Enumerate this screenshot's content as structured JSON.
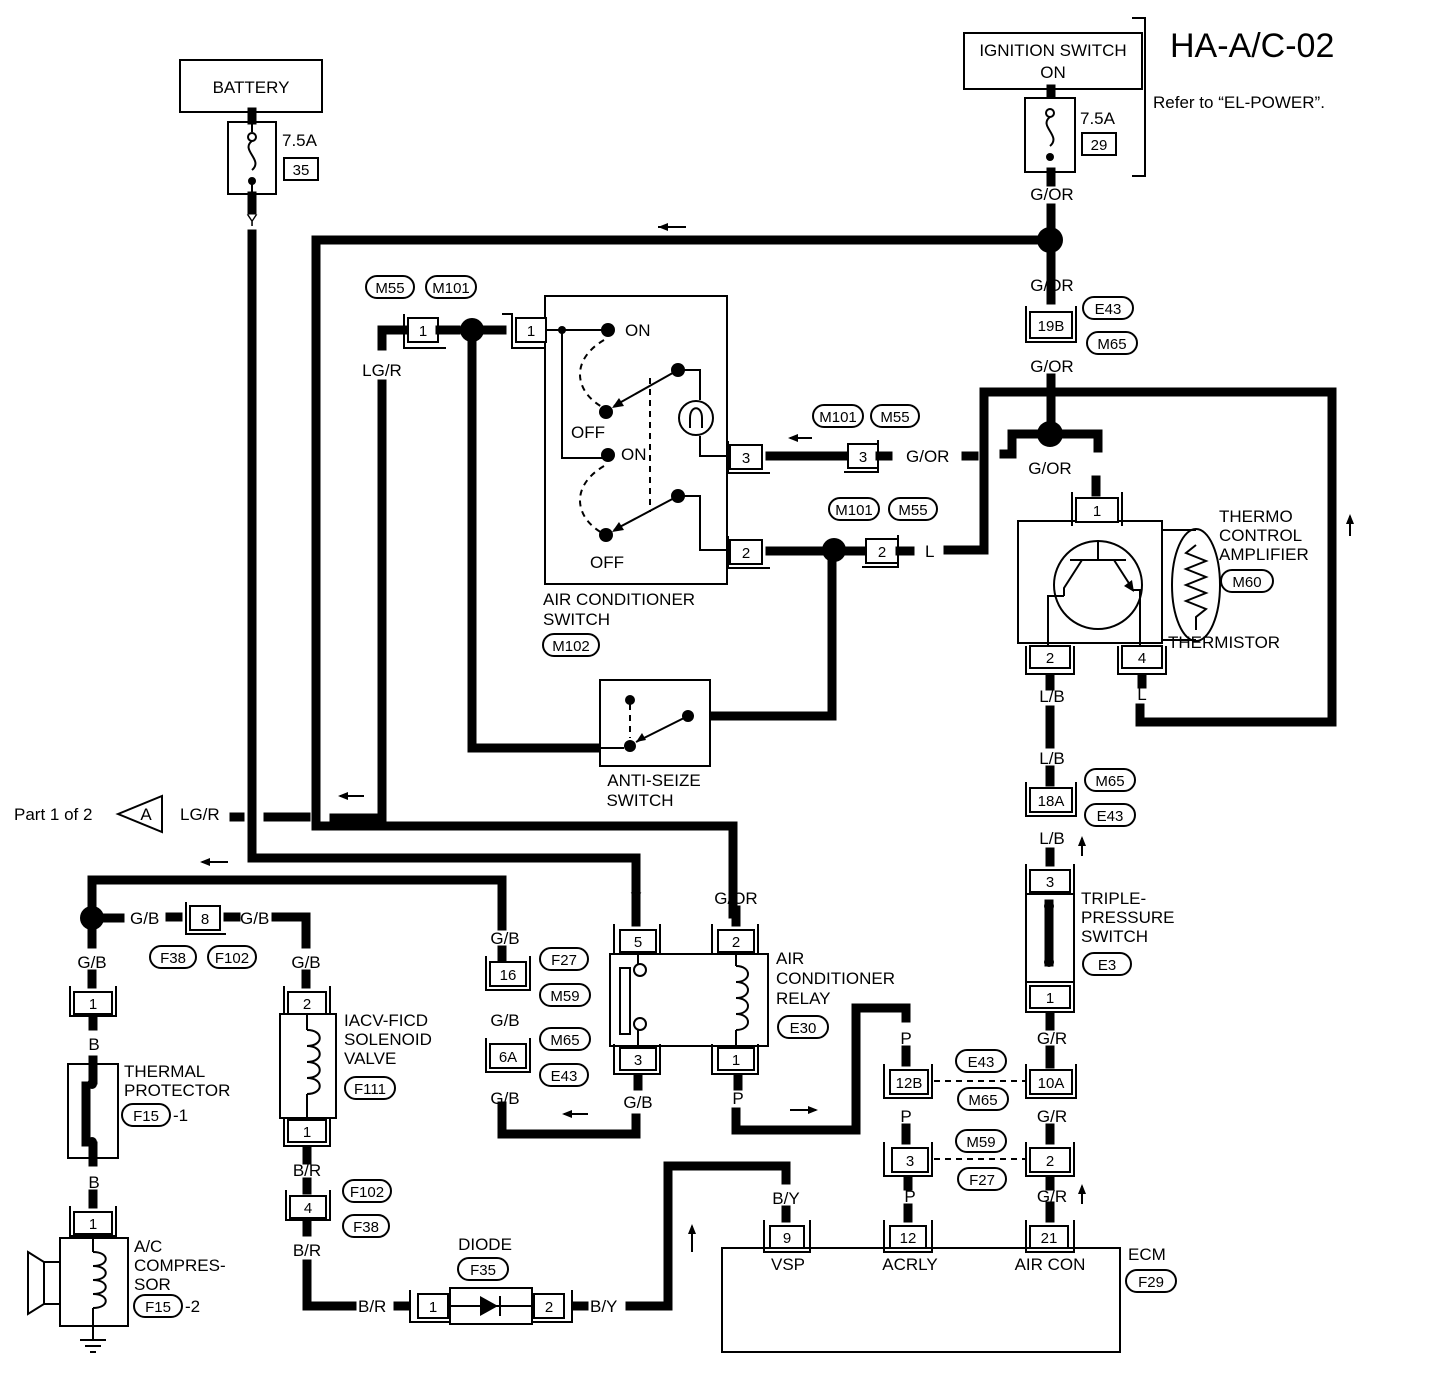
{
  "diagram_id": "HA-A/C-02",
  "refer_note": "Refer to “EL-POWER”.",
  "power": {
    "battery": "BATTERY",
    "battery_fuse_rating": "7.5A",
    "battery_fuse_no": "35",
    "ignition_line1": "IGNITION SWITCH",
    "ignition_line2": "ON",
    "ign_fuse_rating": "7.5A",
    "ign_fuse_no": "29"
  },
  "wires": {
    "y": "Y",
    "gor": "G/OR",
    "lgr": "LG/R",
    "l": "L",
    "lb": "L/B",
    "gr": "G/R",
    "gb": "G/B",
    "b": "B",
    "br": "B/R",
    "by": "B/Y",
    "p": "P"
  },
  "connectors": {
    "m55": "M55",
    "m101": "M101",
    "m102": "M102",
    "m60": "M60",
    "m65": "M65",
    "m59": "M59",
    "e43": "E43",
    "e3": "E3",
    "e30": "E30",
    "f27": "F27",
    "f38": "F38",
    "f102": "F102",
    "f111": "F111",
    "f35": "F35",
    "f29": "F29",
    "f15_1": "F15",
    "f15_1_suffix": "-1",
    "f15_2": "F15",
    "f15_2_suffix": "-2"
  },
  "pins": {
    "p1": "1",
    "p2": "2",
    "p3": "3",
    "p4": "4",
    "p5": "5",
    "p8": "8",
    "p9": "9",
    "p12": "12",
    "p16": "16",
    "p21": "21",
    "p19b": "19B",
    "p18a": "18A",
    "p6a": "6A",
    "p12b": "12B",
    "p10a": "10A"
  },
  "components": {
    "ac_switch_l1": "AIR CONDITIONER",
    "ac_switch_l2": "SWITCH",
    "on": "ON",
    "off": "OFF",
    "anti_seize_l1": "ANTI-SEIZE",
    "anti_seize_l2": "SWITCH",
    "thermo_l1": "THERMO",
    "thermo_l2": "CONTROL",
    "thermo_l3": "AMPLIFIER",
    "thermistor": "THERMISTOR",
    "triple_l1": "TRIPLE-",
    "triple_l2": "PRESSURE",
    "triple_l3": "SWITCH",
    "relay_l1": "AIR",
    "relay_l2": "CONDITIONER",
    "relay_l3": "RELAY",
    "iacv_l1": "IACV-FICD",
    "iacv_l2": "SOLENOID",
    "iacv_l3": "VALVE",
    "thermal_l1": "THERMAL",
    "thermal_l2": "PROTECTOR",
    "comp_l1": "A/C",
    "comp_l2": "COMPRES-",
    "comp_l3": "SOR",
    "diode": "DIODE",
    "ecm": "ECM",
    "ecm_vsp": "VSP",
    "ecm_acrly": "ACRLY",
    "ecm_aircon": "AIR CON"
  },
  "offpage": {
    "part_label": "Part 1 of 2",
    "marker": "A"
  }
}
